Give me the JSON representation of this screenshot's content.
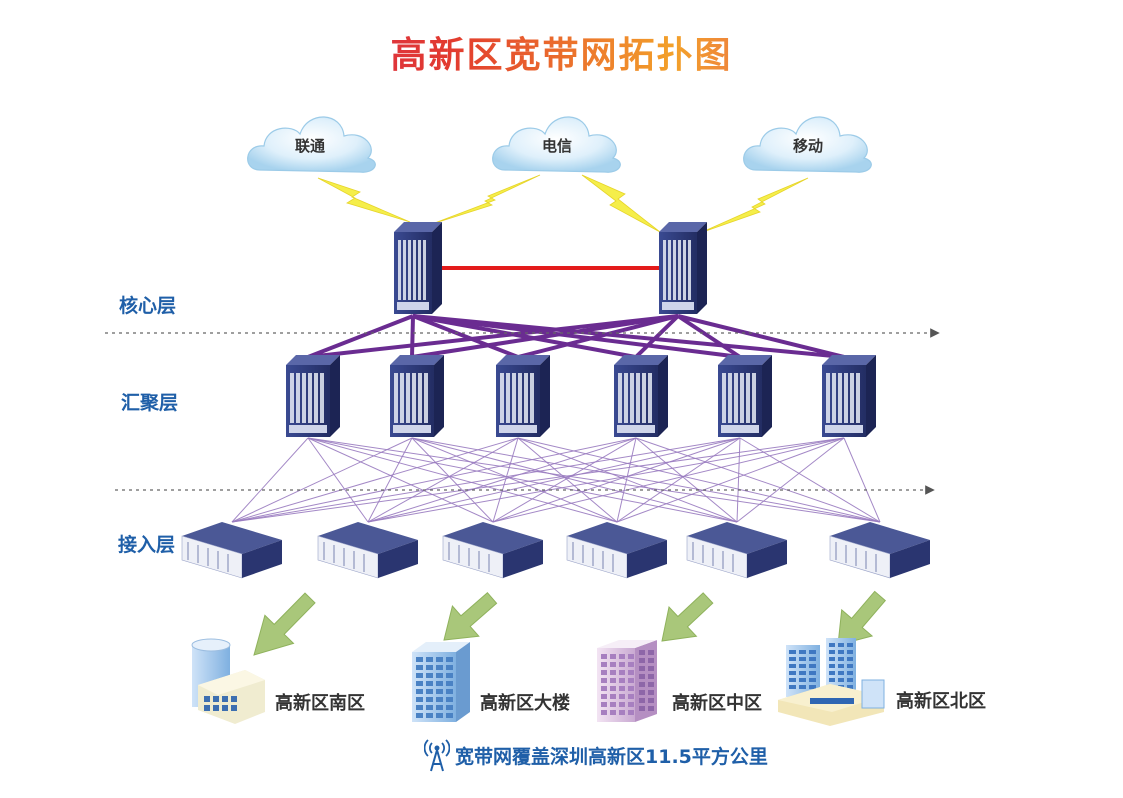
{
  "title": "高新区宽带网拓扑图",
  "layers": {
    "core": "核心层",
    "aggregation": "汇聚层",
    "access": "接入层"
  },
  "isps": [
    "联通",
    "电信",
    "移动"
  ],
  "areas": [
    "高新区南区",
    "高新区大楼",
    "高新区中区",
    "高新区北区"
  ],
  "footer": "宽带网覆盖深圳高新区11.5平方公里",
  "colors": {
    "layer_label": "#1f5fa8",
    "core_link": "#e31b1b",
    "uplink": "#6a2c91",
    "access_link": "#9a7cc0",
    "device": "#2e3a78",
    "lightning": "#f5ee4a",
    "arrow": "#a9c77a"
  },
  "counts": {
    "core_switches": 2,
    "aggregation_switches": 6,
    "access_switches": 6
  }
}
